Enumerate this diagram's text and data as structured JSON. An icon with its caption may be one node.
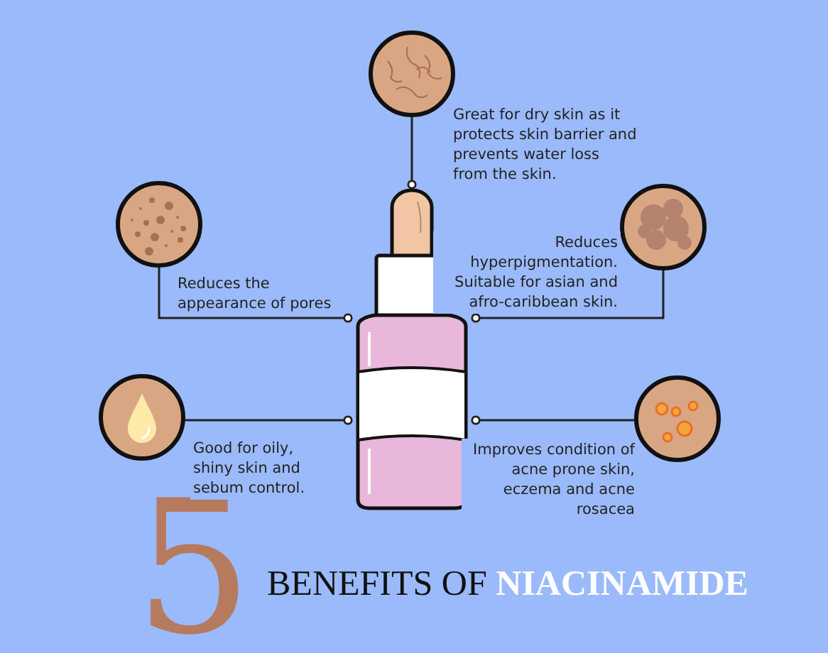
{
  "diagram": {
    "title": "BENEFITS OF NIACINAMIDE",
    "nodes": [
      {
        "text": [],
        "shape": "picture",
        "beside": [
          "Great for dry skin as it protects skin barrier and prevents water loss from the skin."
        ]
      },
      {
        "text": [],
        "shape": "picture",
        "beside": [
          "Reduces the appearance of pores"
        ]
      },
      {
        "text": [],
        "shape": "picture",
        "beside": [
          "Reduces hyperpigmentation. Suitable for asian and afro-caribbean skin."
        ]
      },
      {
        "text": [],
        "shape": "picture",
        "beside": [
          "Good for oily, shiny skin and sebum control."
        ]
      },
      {
        "text": [],
        "shape": "picture",
        "beside": [
          "Improves condition of acne prone skin, eczema and acne rosacea"
        ]
      },
      {
        "text": [],
        "shape": "picture"
      }
    ],
    "edges": [
      {
        "from": 0,
        "to": 5,
        "arrow": "other"
      },
      {
        "from": 1,
        "to": 5,
        "arrow": "other"
      },
      {
        "from": 2,
        "to": 5,
        "arrow": "other"
      },
      {
        "from": 3,
        "to": 5,
        "arrow": "other"
      },
      {
        "from": 4,
        "to": 5,
        "arrow": "other"
      }
    ],
    "labels": [
      "5"
    ]
  }
}
